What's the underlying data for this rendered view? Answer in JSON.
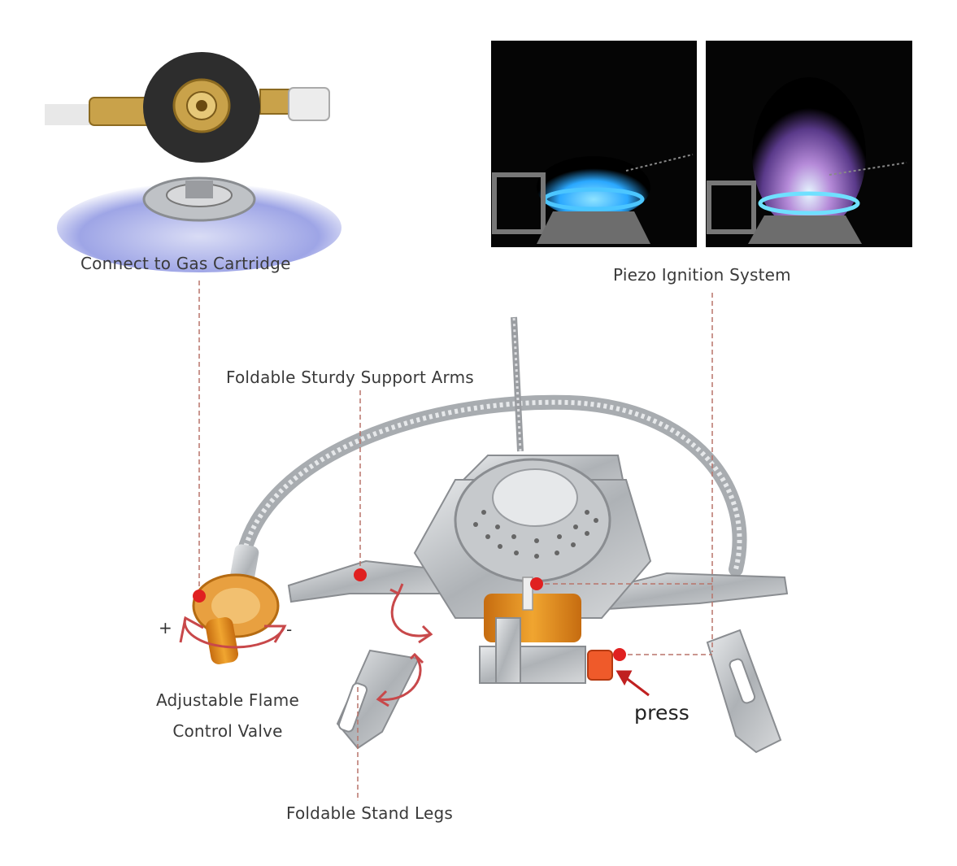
{
  "labels": {
    "connect_gas": "Connect to Gas Cartridge",
    "piezo": "Piezo Ignition System",
    "support_arms": "Foldable Sturdy Support Arms",
    "flame_valve_line1": "Adjustable Flame",
    "flame_valve_line2": "Control Valve",
    "stand_legs": "Foldable Stand Legs",
    "press": "press",
    "plus": "+",
    "minus": "-"
  },
  "colors": {
    "leader_line": "#b8746a",
    "marker": "#e02020",
    "brass": "#c8a24a",
    "orange": "#e8961e",
    "steel": "#b9bcc0",
    "flame_blue": "#2aa8ff",
    "flame_purple": "#b58ad8"
  }
}
